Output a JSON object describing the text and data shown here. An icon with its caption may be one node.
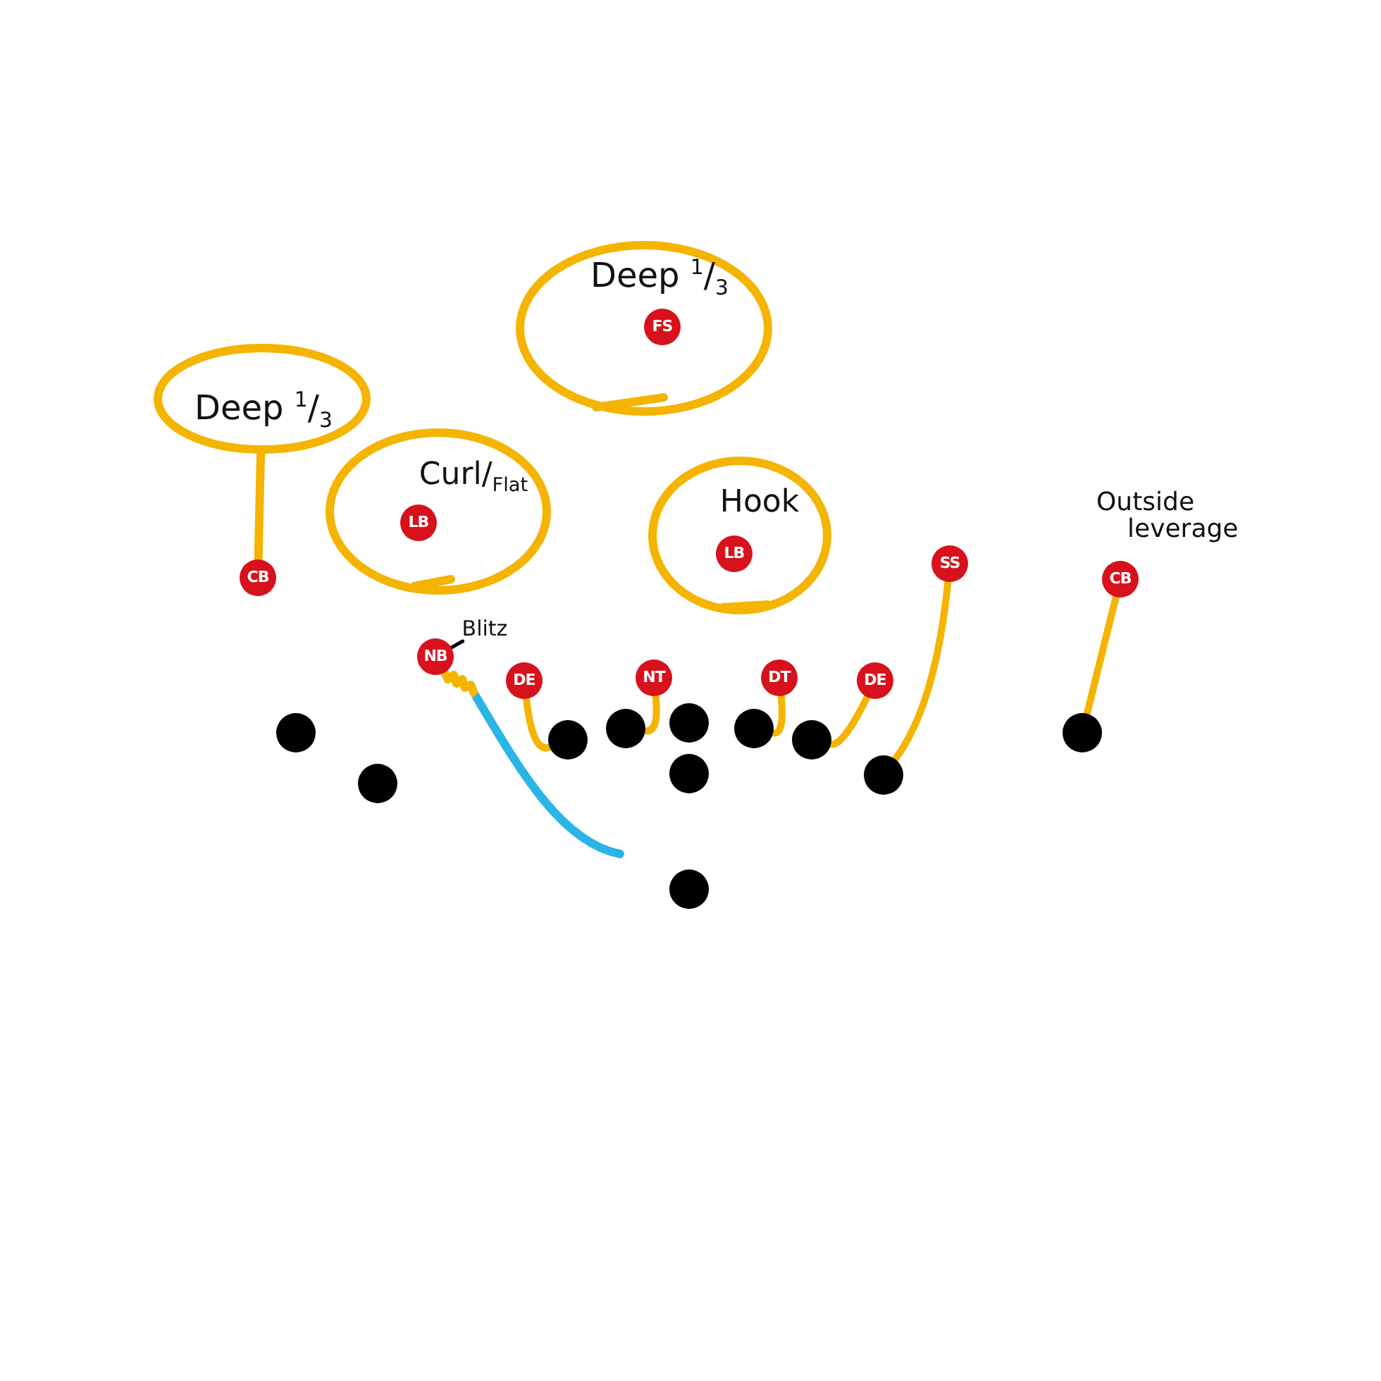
{
  "diagram": {
    "nodes": [
      {
        "text": [
          "Deep $^{1}$/$_{3}$"
        ]
      },
      {
        "text": [
          "FS"
        ],
        "in": 0
      },
      {
        "text": [
          "Deep $^{1}$/$_{3}$"
        ]
      },
      {
        "text": [
          "Curl/$_{Flat}$"
        ]
      },
      {
        "text": [
          "LB"
        ],
        "in": 3
      },
      {
        "text": [
          "Hook"
        ]
      },
      {
        "text": [
          "LB"
        ],
        "in": 5
      },
      {
        "text": [
          "CB"
        ]
      },
      {
        "text": [
          "SS"
        ]
      },
      {
        "text": [
          "CB"
        ],
        "beside": [
          "Outside leverage"
        ]
      },
      {
        "text": [
          "Blitz"
        ]
      },
      {
        "text": [
          "NB"
        ]
      },
      {
        "text": [
          "DE"
        ]
      },
      {
        "text": [
          "NT"
        ]
      },
      {
        "text": [
          "DT"
        ]
      },
      {
        "text": [
          "DE"
        ]
      },
      {
        "text": [],
        "shape": "circle"
      },
      {
        "text": [],
        "shape": "circle"
      },
      {
        "text": [],
        "shape": "circle"
      },
      {
        "text": [],
        "shape": "circle"
      },
      {
        "text": [],
        "shape": "circle"
      },
      {
        "text": [],
        "shape": "circle"
      },
      {
        "text": [],
        "shape": "circle"
      },
      {
        "text": [],
        "shape": "circle"
      },
      {
        "text": [],
        "shape": "circle"
      },
      {
        "text": [],
        "shape": "circle"
      },
      {
        "text": [],
        "shape": "circle"
      }
    ],
    "edges": [
      {
        "from": 7,
        "to": 2,
        "arrow": "none"
      },
      {
        "from": 10,
        "to": 11,
        "arrow": "none",
        "color": "#000000"
      },
      {
        "from": 11,
        "to": null,
        "arrow": "none",
        "color": "#2bb5e6"
      },
      {
        "from": 12,
        "to": 18,
        "arrow": "none"
      },
      {
        "from": 13,
        "to": 19,
        "arrow": "none"
      },
      {
        "from": 14,
        "to": 23,
        "arrow": "none"
      },
      {
        "from": 15,
        "to": 24,
        "arrow": "none"
      },
      {
        "from": 8,
        "to": 25,
        "arrow": "none"
      },
      {
        "from": 9,
        "to": 26,
        "arrow": "none"
      }
    ]
  }
}
